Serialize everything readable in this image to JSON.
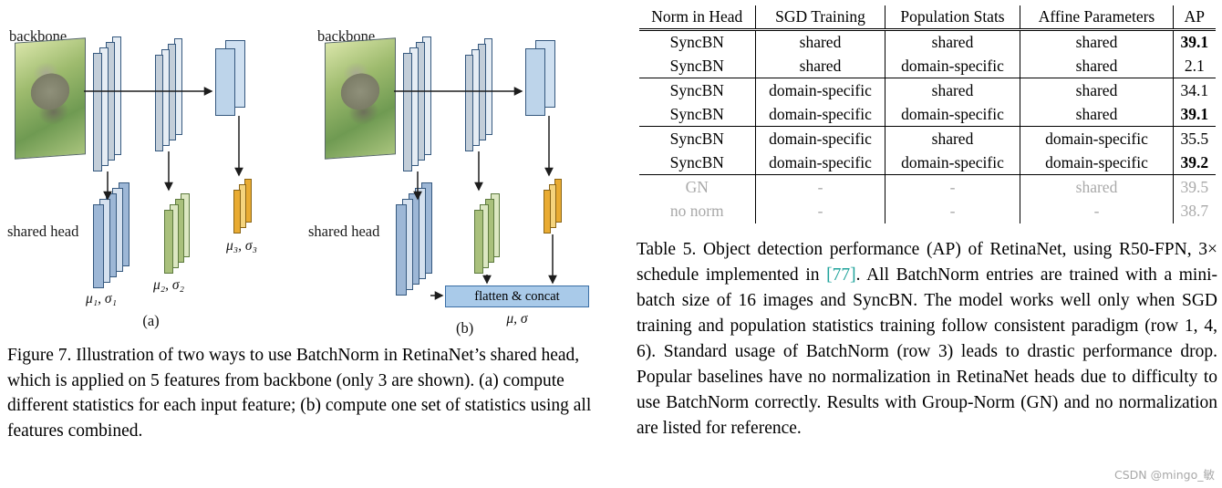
{
  "figure": {
    "backbone_label": "backbone",
    "shared_head_label": "shared head",
    "stats_a": [
      "μ₁, σ₁",
      "μ₂, σ₂",
      "μ₃, σ₃"
    ],
    "flatten_label": "flatten & concat",
    "stats_b": "μ, σ",
    "label_a": "(a)",
    "label_b": "(b)",
    "caption": "Figure 7. Illustration of two ways to use BatchNorm in RetinaNet’s shared head, which is applied on 5 features from backbone (only 3 are shown). (a) compute different statistics for each input feature; (b) compute one set of statistics using all features combined."
  },
  "table": {
    "headers": [
      "Norm in Head",
      "SGD Training",
      "Population Stats",
      "Affine Parameters",
      "AP"
    ],
    "rows": [
      {
        "norm": "SyncBN",
        "sgd": "shared",
        "pop": "shared",
        "affine": "shared",
        "ap": "39.1",
        "bold": true,
        "gray": false
      },
      {
        "norm": "SyncBN",
        "sgd": "shared",
        "pop": "domain-specific",
        "affine": "shared",
        "ap": "2.1",
        "bold": false,
        "gray": false
      },
      {
        "norm": "SyncBN",
        "sgd": "domain-specific",
        "pop": "shared",
        "affine": "shared",
        "ap": "34.1",
        "bold": false,
        "gray": false
      },
      {
        "norm": "SyncBN",
        "sgd": "domain-specific",
        "pop": "domain-specific",
        "affine": "shared",
        "ap": "39.1",
        "bold": true,
        "gray": false
      },
      {
        "norm": "SyncBN",
        "sgd": "domain-specific",
        "pop": "shared",
        "affine": "domain-specific",
        "ap": "35.5",
        "bold": false,
        "gray": false
      },
      {
        "norm": "SyncBN",
        "sgd": "domain-specific",
        "pop": "domain-specific",
        "affine": "domain-specific",
        "ap": "39.2",
        "bold": true,
        "gray": false
      },
      {
        "norm": "GN",
        "sgd": "-",
        "pop": "-",
        "affine": "shared",
        "ap": "39.5",
        "bold": false,
        "gray": true
      },
      {
        "norm": "no norm",
        "sgd": "-",
        "pop": "-",
        "affine": "-",
        "ap": "38.7",
        "bold": false,
        "gray": true
      }
    ],
    "group_breaks_after": [
      1,
      3,
      5
    ],
    "caption_text1": "Table 5. Object detection performance (AP) of RetinaNet, using R50-FPN, 3× schedule implemented in ",
    "caption_cite": "[77]",
    "caption_text2": ". All BatchNorm entries are trained with a mini-batch size of 16 images and SyncBN. The model works well only when SGD training and population statistics training follow consistent paradigm (row 1, 4, 6). Standard usage of BatchNorm (row 3) leads to drastic performance drop. Popular baselines have no normalization in RetinaNet heads due to difficulty to use BatchNorm correctly. Results with Group-Norm (GN) and no normalization are listed for reference.",
    "cite_color": "#1fa39b"
  },
  "watermark": "CSDN @mingo_敏"
}
